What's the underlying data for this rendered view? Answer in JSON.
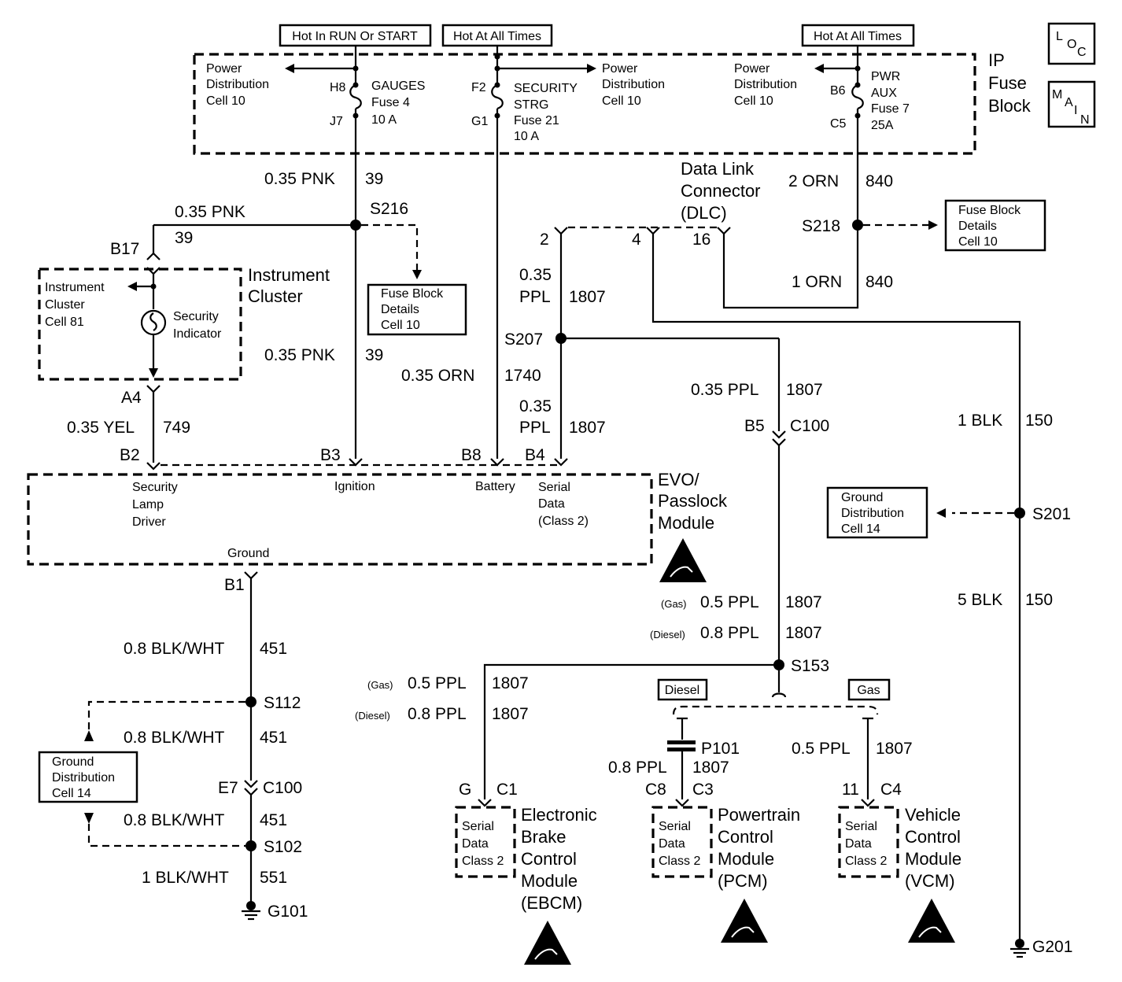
{
  "hot_labels": {
    "run_start": "Hot In RUN Or START",
    "all_times_a": "Hot At All Times",
    "all_times_b": "Hot At All Times"
  },
  "loc_main": {
    "loc": [
      "L",
      "O",
      "C"
    ],
    "main": [
      "M",
      "A",
      "I",
      "N"
    ]
  },
  "ip_fuse_block": {
    "title": [
      "IP",
      "Fuse",
      "Block"
    ]
  },
  "power_dist": {
    "left": [
      "Power",
      "Distribution",
      "Cell 10"
    ],
    "mid": [
      "Power",
      "Distribution",
      "Cell 10"
    ],
    "right": [
      "Power",
      "Distribution",
      "Cell 10"
    ]
  },
  "fuses": {
    "gauges": {
      "in": "H8",
      "out": "J7",
      "text": [
        "GAUGES",
        "Fuse 4",
        "10 A"
      ]
    },
    "security": {
      "in": "F2",
      "out": "G1",
      "text": [
        "SECURITY",
        "STRG",
        "Fuse 21",
        "10 A"
      ]
    },
    "pwr_aux": {
      "in": "B6",
      "out": "C5",
      "text": [
        "PWR",
        "AUX",
        "Fuse 7",
        "25A"
      ]
    }
  },
  "wires": {
    "pnk_top": [
      "0.35 PNK",
      "39"
    ],
    "pnk_s216": [
      "0.35 PNK",
      "39"
    ],
    "pnk_mid": [
      "0.35 PNK",
      "39"
    ],
    "orn_2": [
      "2 ORN",
      "840"
    ],
    "orn_1": [
      "1 ORN",
      "840"
    ],
    "ppl_dlc": [
      "0.35",
      "PPL",
      "1807"
    ],
    "orn_1740": [
      "0.35 ORN",
      "1740"
    ],
    "ppl_b4": [
      "0.35",
      "PPL",
      "1807"
    ],
    "ppl_c100": [
      "0.35 PPL",
      "1807"
    ],
    "yel": [
      "0.35 YEL",
      "749"
    ],
    "blk_150a": [
      "1 BLK",
      "150"
    ],
    "blk_150b": [
      "5 BLK",
      "150"
    ],
    "gas_05_right": [
      "(Gas)",
      "0.5 PPL",
      "1807"
    ],
    "diesel_08_right": [
      "(Diesel)",
      "0.8 PPL",
      "1807"
    ],
    "gas_05_left": [
      "(Gas)",
      "0.5 PPL",
      "1807"
    ],
    "diesel_08_left": [
      "(Diesel)",
      "0.8 PPL",
      "1807"
    ],
    "pcm_wire": [
      "0.8 PPL",
      "1807"
    ],
    "vcm_wire": [
      "0.5 PPL",
      "1807"
    ],
    "bw_451_a": [
      "0.8 BLK/WHT",
      "451"
    ],
    "bw_451_b": [
      "0.8 BLK/WHT",
      "451"
    ],
    "bw_451_c": [
      "0.8 BLK/WHT",
      "451"
    ],
    "bw_551": [
      "1 BLK/WHT",
      "551"
    ]
  },
  "splices": {
    "s216": "S216",
    "s218": "S218",
    "s207": "S207",
    "s201": "S201",
    "s153": "S153",
    "s112": "S112",
    "s102": "S102"
  },
  "dlc": {
    "title": [
      "Data Link",
      "Connector",
      "(DLC)"
    ],
    "pins": [
      "2",
      "4",
      "16"
    ]
  },
  "fuse_block_details": [
    "Fuse Block",
    "Details",
    "Cell 10"
  ],
  "ground_dist": [
    "Ground",
    "Distribution",
    "Cell 14"
  ],
  "instrument_cluster": {
    "title": [
      "Instrument",
      "Cluster"
    ],
    "inner": [
      "Instrument",
      "Cluster",
      "Cell 81"
    ],
    "indicator": [
      "Security",
      "Indicator"
    ],
    "pin_top": "B17",
    "pin_bottom": "A4"
  },
  "evo_module": {
    "title": [
      "EVO/",
      "Passlock",
      "Module"
    ],
    "pins": {
      "b2": "B2",
      "b3": "B3",
      "b8": "B8",
      "b4": "B4",
      "b1": "B1"
    },
    "functions": {
      "security": [
        "Security",
        "Lamp",
        "Driver"
      ],
      "ignition": "Ignition",
      "battery": "Battery",
      "serial": [
        "Serial",
        "Data",
        "(Class 2)"
      ],
      "ground": "Ground"
    }
  },
  "connectors": {
    "c100_b5": [
      "B5",
      "C100"
    ],
    "c100_e7": [
      "E7",
      "C100"
    ],
    "p101": "P101",
    "ebcm_pins": [
      "G",
      "C1"
    ],
    "pcm_pins": [
      "C8",
      "C3"
    ],
    "vcm_pins": [
      "11",
      "C4"
    ]
  },
  "options": {
    "diesel": "Diesel",
    "gas": "Gas"
  },
  "modules": {
    "serial_box": [
      "Serial",
      "Data",
      "Class 2"
    ],
    "ebcm": [
      "Electronic",
      "Brake",
      "Control",
      "Module",
      "(EBCM)"
    ],
    "pcm": [
      "Powertrain",
      "Control",
      "Module",
      "(PCM)"
    ],
    "vcm": [
      "Vehicle",
      "Control",
      "Module",
      "(VCM)"
    ]
  },
  "grounds": {
    "g101": "G101",
    "g201": "G201"
  }
}
